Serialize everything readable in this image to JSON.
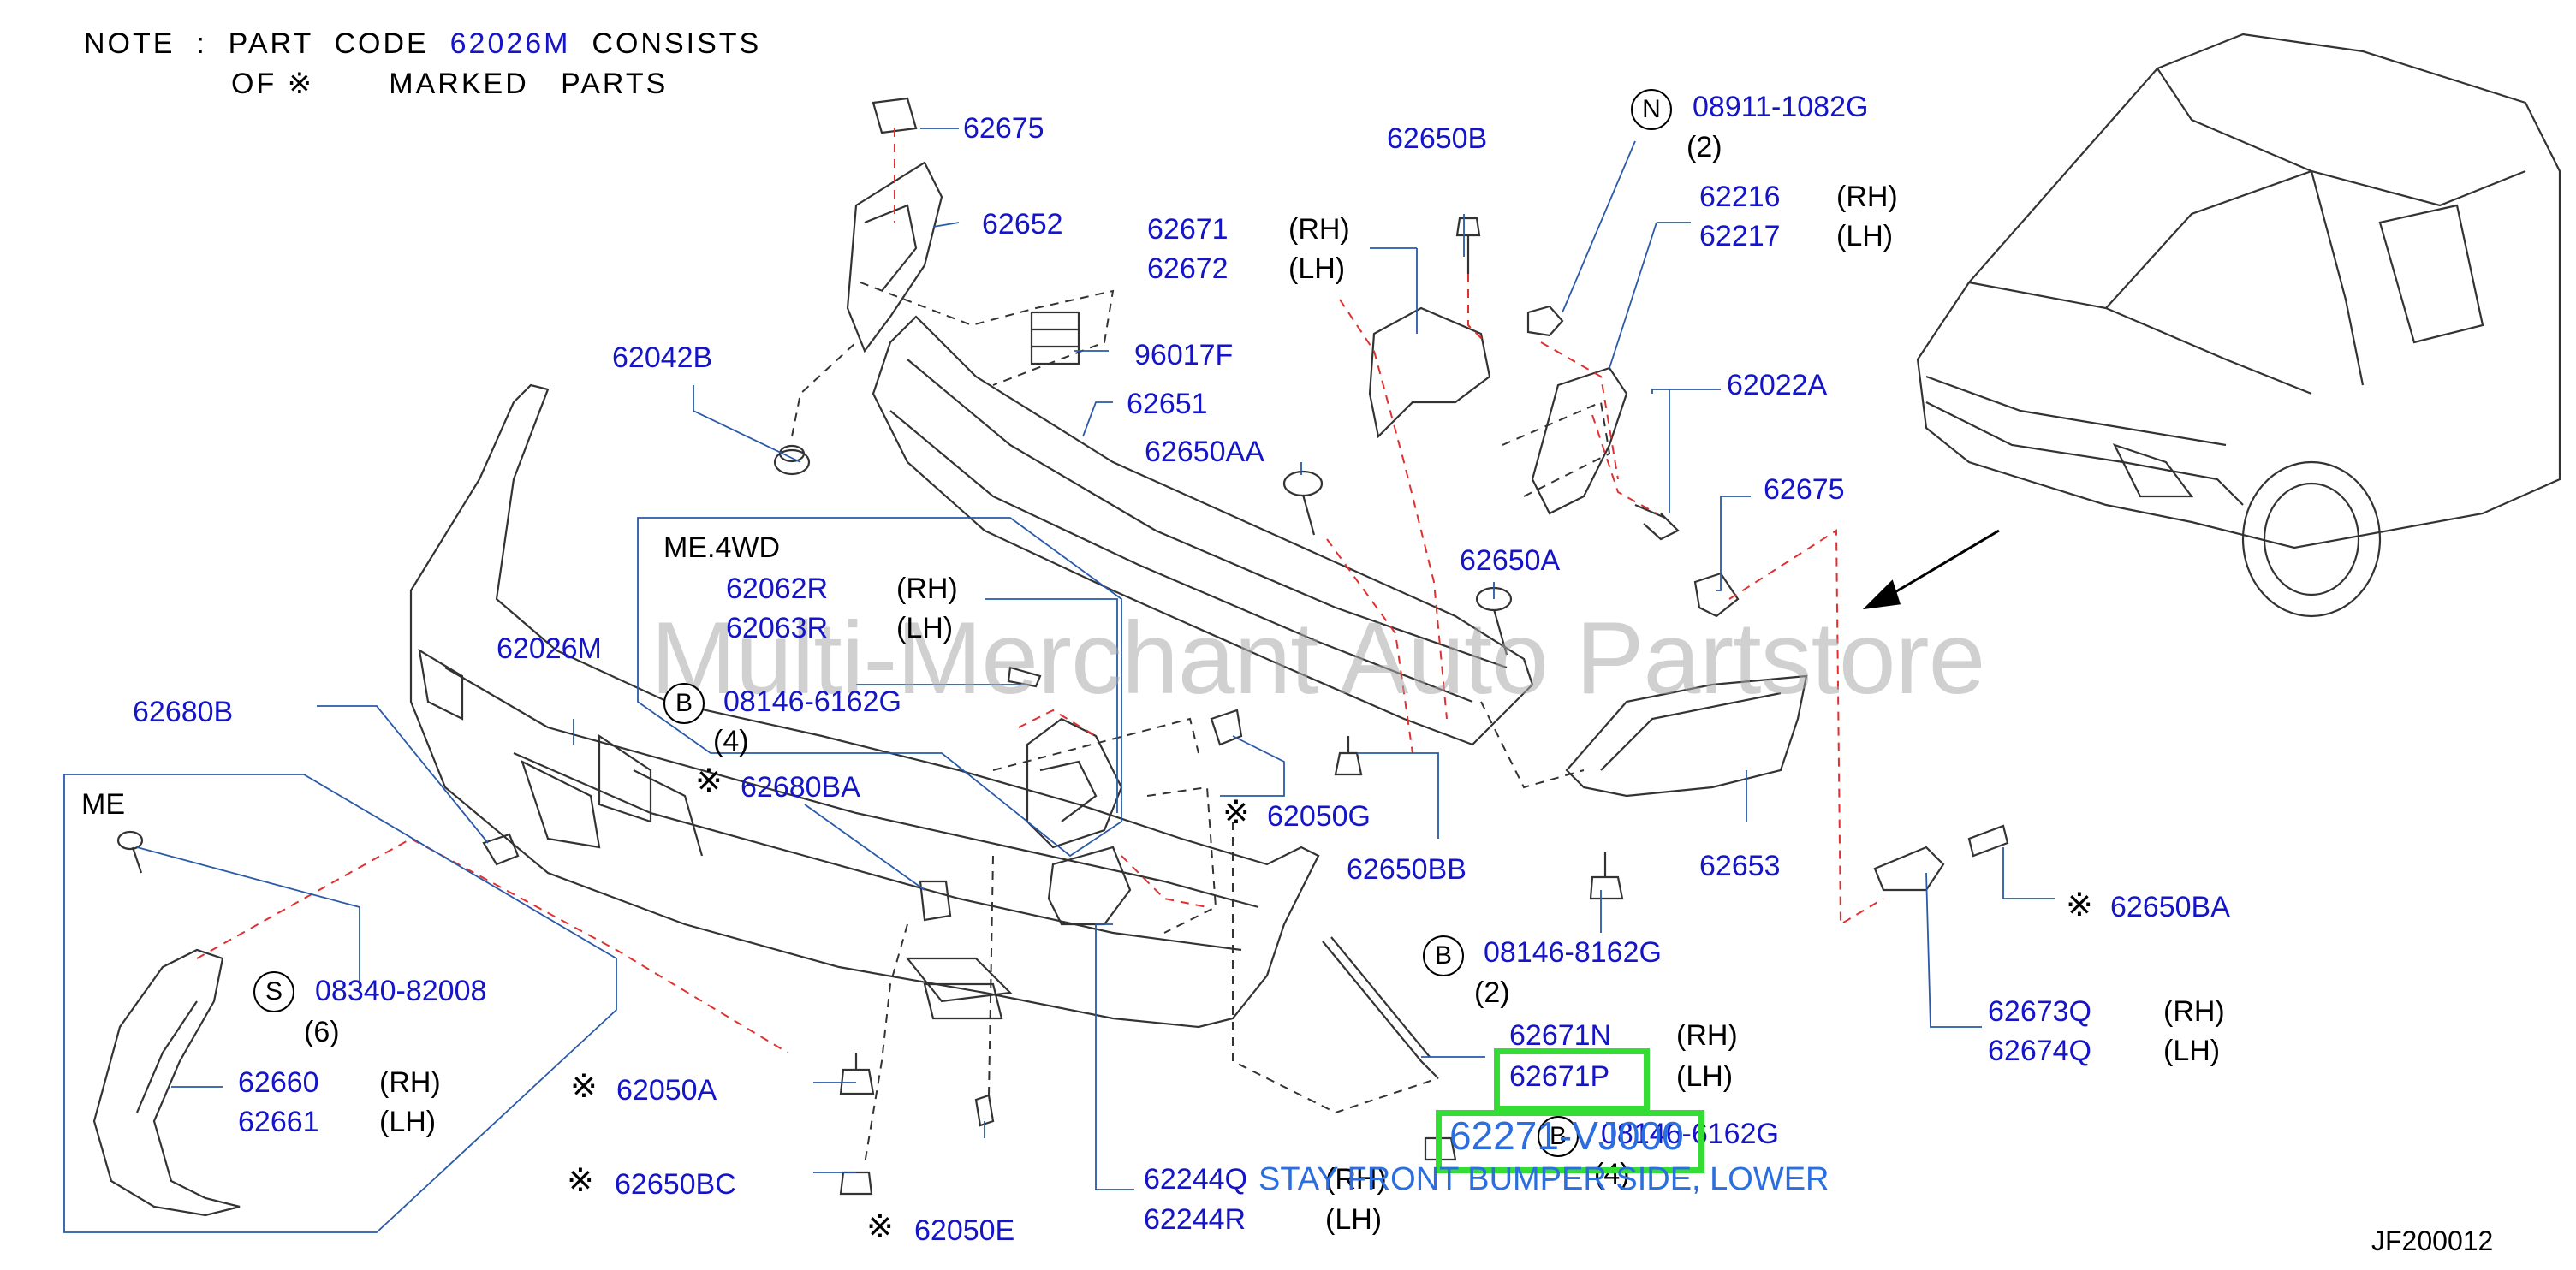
{
  "note": {
    "line1_a": "NOTE  :  PART  CODE  ",
    "line1_code": "62026M",
    "line1_b": "  CONSISTS",
    "line2_a": "OF ",
    "line2_mark": "※",
    "line2_b": "       MARKED   PARTS"
  },
  "watermark": "Multi-Merchant Auto Partstore",
  "tooltip": {
    "code": "62271-VJ000",
    "description": "STAY FRONT BUMPER SIDE, LOWER"
  },
  "diagram_id": "JF200012",
  "boxes": {
    "me4wd": "ME.4WD",
    "me": "ME"
  },
  "markers": {
    "N": "N",
    "B": "B",
    "S": "S",
    "asterisk": "※"
  },
  "labels": {
    "p62675_top": "62675",
    "p62652": "62652",
    "p62650B": "62650B",
    "p08911": "08911-1082G",
    "q08911": "(2)",
    "p62671": "62671",
    "s62671": "(RH)",
    "p62672": "62672",
    "s62672": "(LH)",
    "p62216": "62216",
    "s62216": "(RH)",
    "p62217": "62217",
    "s62217": "(LH)",
    "p62042B": "62042B",
    "p96017F": "96017F",
    "p62651": "62651",
    "p62022A": "62022A",
    "p62650AA": "62650AA",
    "p62675_right": "62675",
    "p62650A": "62650A",
    "p62062R": "62062R",
    "s62062R": "(RH)",
    "p62063R": "62063R",
    "s62063R": "(LH)",
    "p62026M": "62026M",
    "p08146_6162_top": "08146-6162G",
    "q08146_6162_top": "(4)",
    "p62680B": "62680B",
    "p62680BA": "62680BA",
    "p62050G": "62050G",
    "p62650BB": "62650BB",
    "p62653": "62653",
    "p62650BA": "62650BA",
    "p08340": "08340-82008",
    "q08340": "(6)",
    "p08146_8162": "08146-8162G",
    "q08146_8162": "(2)",
    "p62673Q": "62673Q",
    "s62673Q": "(RH)",
    "p62674Q": "62674Q",
    "s62674Q": "(LH)",
    "p62671N": "62671N",
    "s62671N": "(RH)",
    "p62671P": "62671P",
    "s62671P": "(LH)",
    "p62660": "62660",
    "s62660": "(RH)",
    "p62661": "62661",
    "s62661": "(LH)",
    "p62050A": "62050A",
    "p08146_6162_bot": "08146-6162G",
    "q08146_6162_bot": "(4)",
    "p62650BC": "62650BC",
    "p62244Q": "62244Q",
    "s62244Q": "(RH)",
    "p62244R": "62244R",
    "s62244R": "(LH)",
    "p62050E": "62050E"
  },
  "colors": {
    "part_number": "#1414c8",
    "leader": "#2a5aa8",
    "dashed_red": "#e03030",
    "highlight": "#33dd33",
    "tooltip": "#2a6ee0"
  }
}
